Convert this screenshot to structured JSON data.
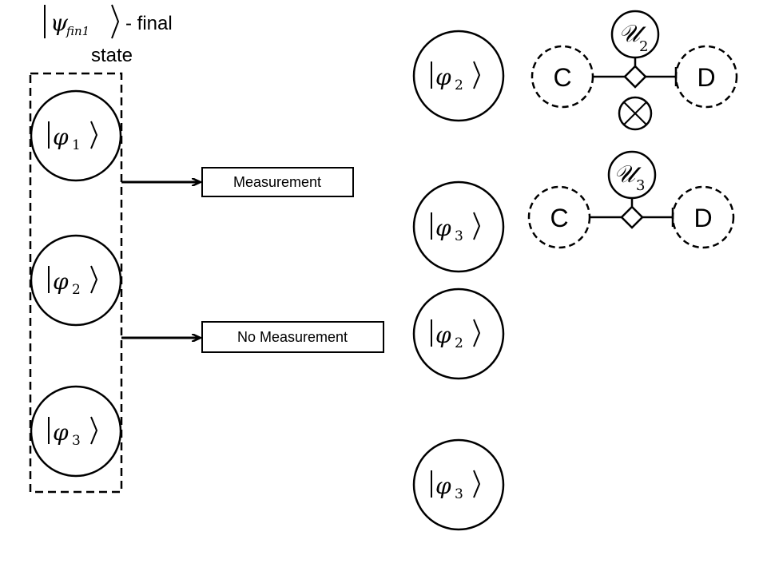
{
  "title": {
    "ket": "ψ",
    "subscript": "fin1",
    "suffix": "- final",
    "line2": "state"
  },
  "left_states": [
    {
      "symbol": "φ",
      "index": "1"
    },
    {
      "symbol": "φ",
      "index": "2"
    },
    {
      "symbol": "φ",
      "index": "3"
    }
  ],
  "labels": {
    "measurement": "Measurement",
    "no_measurement": "No Measurement"
  },
  "right_states": [
    {
      "symbol": "φ",
      "index": "2"
    },
    {
      "symbol": "φ",
      "index": "3"
    },
    {
      "symbol": "φ",
      "index": "2"
    },
    {
      "symbol": "φ",
      "index": "3"
    }
  ],
  "gates": [
    {
      "unitary": "𝒰",
      "index": "2",
      "left": "C",
      "right": "D",
      "has_cross": true
    },
    {
      "unitary": "𝒰",
      "index": "3",
      "left": "C",
      "right": "D",
      "has_cross": false
    }
  ]
}
